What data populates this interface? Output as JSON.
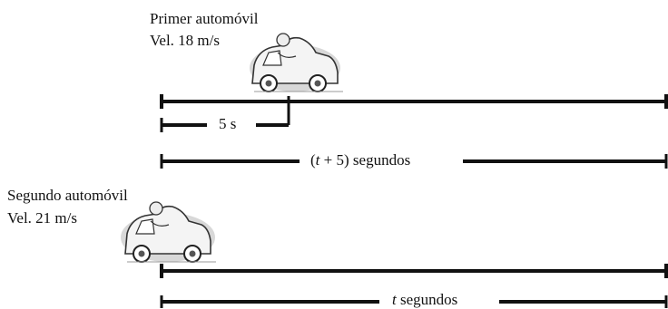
{
  "first_car": {
    "name": "Primer automóvil",
    "speed": "Vel. 18 m/s"
  },
  "second_car": {
    "name": "Segundo automóvil",
    "speed": "Vel. 21 m/s"
  },
  "intervals": {
    "delay": "5 s",
    "first_time_var": "t",
    "first_time_rest": " + 5) segundos",
    "first_time_open": "(",
    "second_time_var": "t",
    "second_time_rest": " segundos"
  }
}
